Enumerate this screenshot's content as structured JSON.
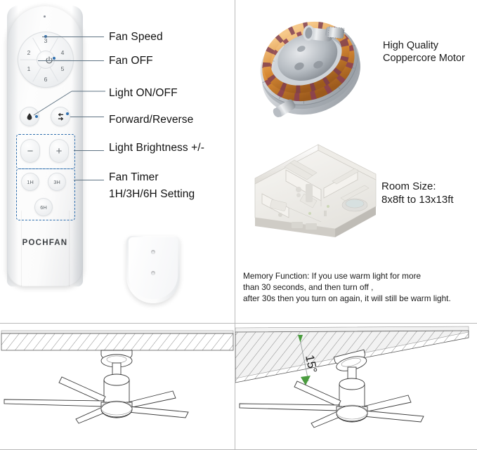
{
  "brand": "POCHFAN",
  "remote": {
    "dial_numbers": [
      "1",
      "2",
      "3",
      "4",
      "5",
      "6"
    ],
    "power_icon": "power-icon",
    "light_icon": "light-bulb-icon",
    "direction_icon": "forward-reverse-arrows-icon",
    "minus_label": "−",
    "plus_label": "+",
    "timer_buttons": [
      "1H",
      "3H",
      "6H"
    ]
  },
  "callouts": [
    {
      "label": "Fan Speed"
    },
    {
      "label": "Fan OFF"
    },
    {
      "label": "Light ON/OFF"
    },
    {
      "label": "Forward/Reverse"
    },
    {
      "label": "Light Brightness +/-"
    },
    {
      "label": "Fan Timer"
    },
    {
      "label": "1H/3H/6H Setting"
    }
  ],
  "motor": {
    "title_line1": "High Quality",
    "title_line2": "Coppercore Motor",
    "image_name": "coppercore-motor-stator-photo"
  },
  "room": {
    "title_line1": "Room Size:",
    "title_line2": "8x8ft to 13x13ft",
    "image_name": "floor-plan-model-photo"
  },
  "memory": {
    "line1": "Memory Function: If you use warm light for more",
    "line2": "than 30 seconds, and then turn off ,",
    "line3": "after 30s then you turn on again, it will still be warm light."
  },
  "diagrams": {
    "flat_ceiling_name": "flat-ceiling-fan-diagram",
    "sloped_ceiling_name": "sloped-ceiling-fan-diagram",
    "slope_angle": "15°"
  },
  "colors": {
    "accent_blue": "#2f6fae",
    "angle_green": "#4a9c3f",
    "lead_line": "#5f7383",
    "divider": "#b9b9b9"
  }
}
